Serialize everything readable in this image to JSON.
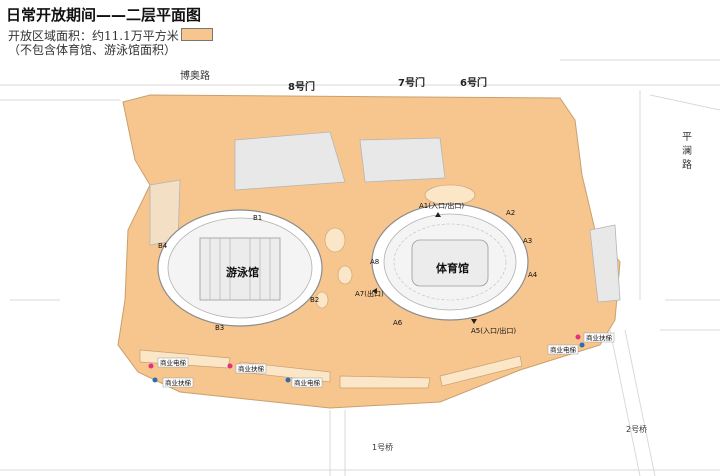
{
  "title": "日常开放期间——二层平面图",
  "legend": {
    "area_text": "开放区域面积：约11.1万平方米",
    "area_note": "（不包含体育馆、游泳馆面积）",
    "open_area_color": "#f7c58e"
  },
  "roads": {
    "boao": "博奥路",
    "pinglan": "平澜路"
  },
  "gates": {
    "gate8": "8号门",
    "gate7": "7号门",
    "gate6": "6号门"
  },
  "venues": {
    "natatorium": "游泳馆",
    "gymnasium": "体育馆"
  },
  "entrances": {
    "b1": "B1",
    "b2": "B2",
    "b3": "B3",
    "b4": "B4",
    "a1": "A1(入口/出口)",
    "a2": "A2",
    "a3": "A3",
    "a4": "A4",
    "a5": "A5(入口/出口)",
    "a6": "A6",
    "a7": "A7(出口)",
    "a8": "A8"
  },
  "facilities": {
    "elevator_left": "商业电梯",
    "escalator_left": "商业扶梯",
    "escalator_mid": "商业扶梯",
    "elevator_mid": "商业电梯",
    "elevator_right": "商业电梯",
    "escalator_right": "商业扶梯"
  },
  "bridges": {
    "bridge1": "1号桥",
    "bridge2": "2号桥"
  }
}
